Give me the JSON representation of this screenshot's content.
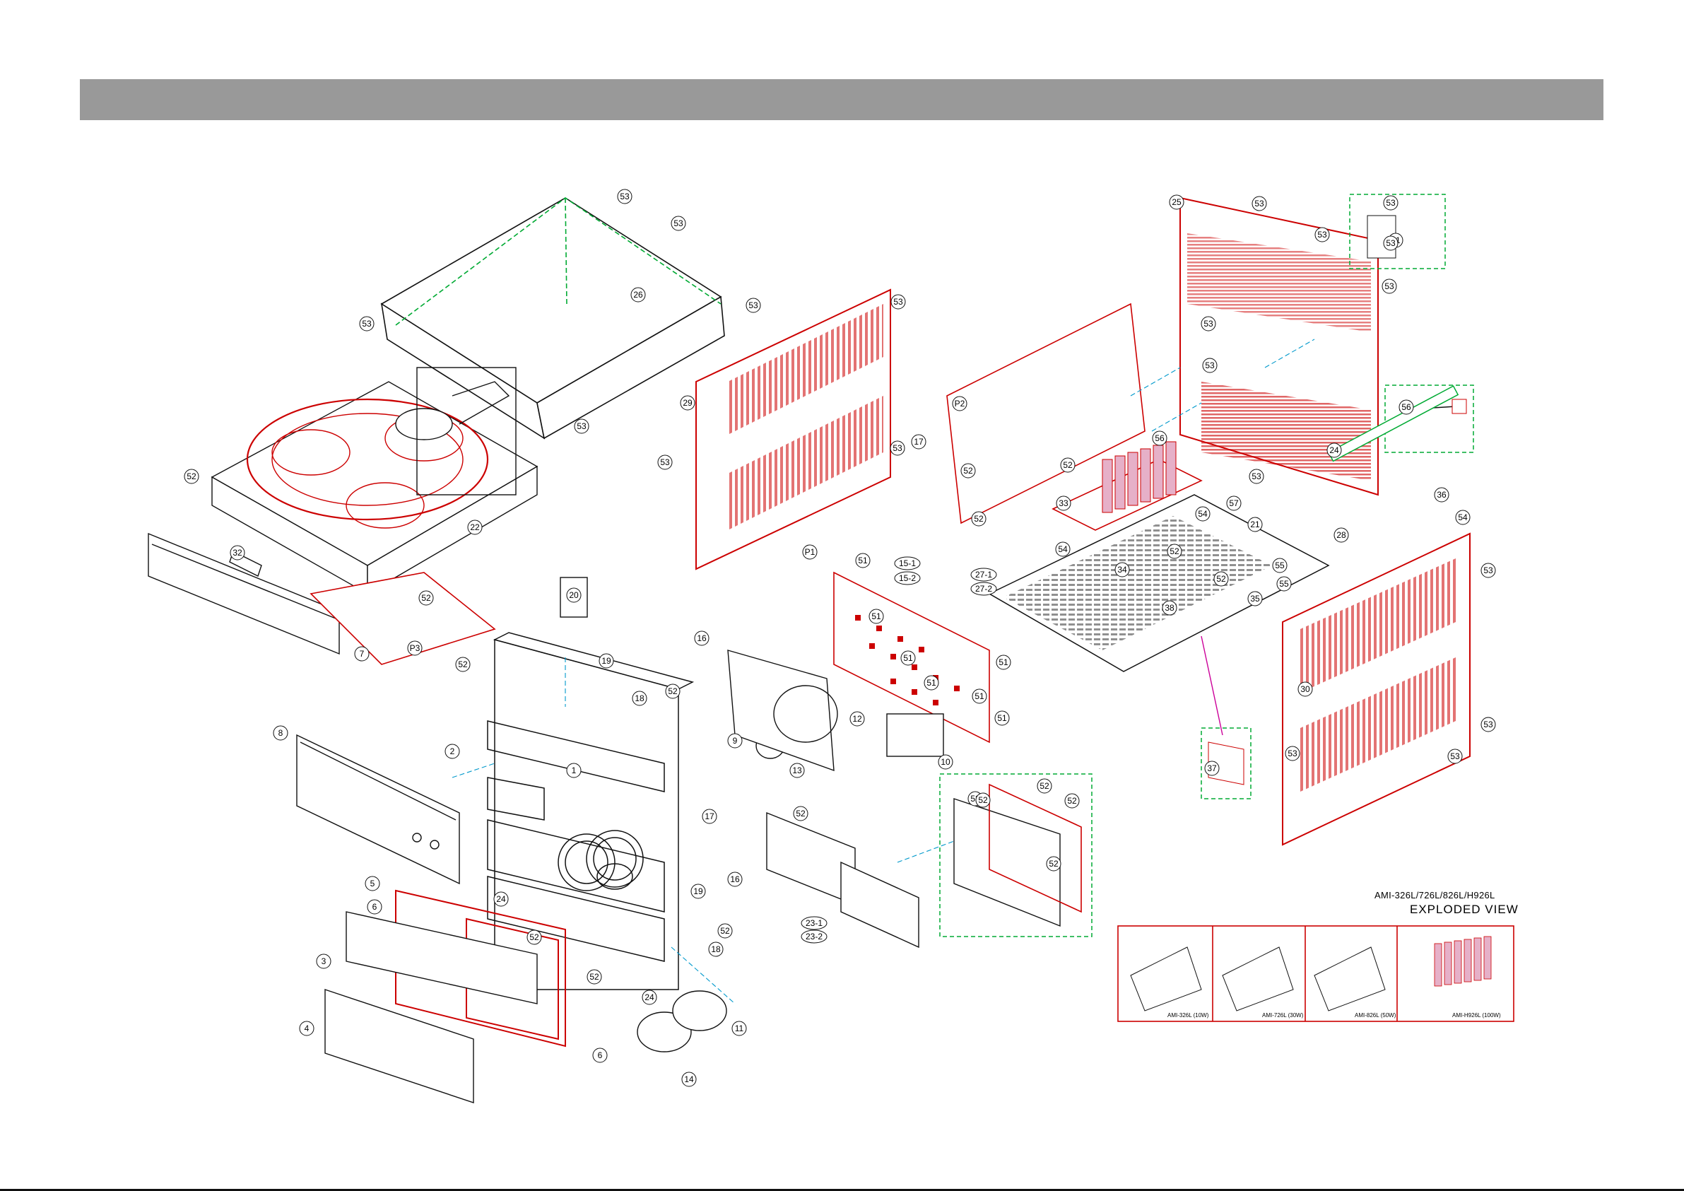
{
  "header": {
    "title": ""
  },
  "diagram": {
    "model_line": "AMI-326L/726L/826L/H926L",
    "view_title": "EXPLODED VIEW",
    "callouts": {
      "c1": "1",
      "c2": "2",
      "c3": "3",
      "c4": "4",
      "c5": "5",
      "c6": "6",
      "c6b": "6",
      "c7": "7",
      "c8": "8",
      "c9": "9",
      "c10": "10",
      "c11": "11",
      "c12": "12",
      "c13": "13",
      "c14": "14",
      "c15a": "15-1",
      "c15b": "15-2",
      "c16": "16",
      "c16b": "16",
      "c17": "17",
      "c17b": "17",
      "c18": "18",
      "c18b": "18",
      "c19": "19",
      "c19b": "19",
      "c20": "20",
      "c21": "21",
      "c22": "22",
      "c23a": "23-1",
      "c23b": "23-2",
      "c24": "24",
      "c24b": "24",
      "c24c": "24",
      "c25": "25",
      "c26": "26",
      "c27a": "27-1",
      "c27b": "27-2",
      "c28": "28",
      "c29": "29",
      "c30": "30",
      "c31": "31",
      "c32": "32",
      "c33": "33",
      "c34": "34",
      "c35": "35",
      "c36": "36",
      "c37": "37",
      "c38": "38",
      "cp1": "P1",
      "cp2": "P2",
      "cp3": "P3",
      "s51": "51",
      "s52": "52",
      "s53": "53",
      "s54": "54",
      "s55": "55",
      "s56": "56",
      "s57": "57"
    },
    "variants": [
      {
        "label": "AMI-326L (10W)"
      },
      {
        "label": "AMI-726L (30W)"
      },
      {
        "label": "AMI-826L (50W)"
      },
      {
        "label": "AMI-H926L (100W)"
      }
    ],
    "colors": {
      "line": "#111111",
      "accent": "#cc0000",
      "guide": "#0099cc",
      "group": "#00aa33",
      "header": "#999999"
    }
  }
}
